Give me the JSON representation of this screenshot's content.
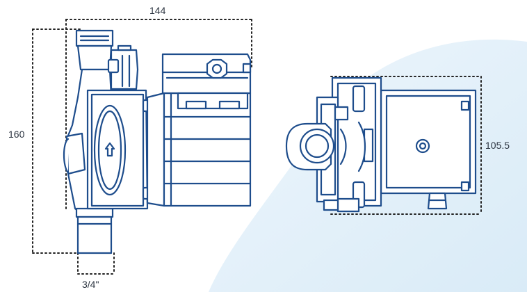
{
  "dimensions": {
    "width": "144",
    "height": "160",
    "depth": "105.5",
    "connection": "3/4\""
  },
  "colors": {
    "line": "#1e4d8c",
    "dimension": "#222222",
    "background": "#ffffff",
    "background_shape": "#e7f2fa"
  },
  "icons": {
    "flow_arrow": "flow-direction-arrow-icon"
  }
}
